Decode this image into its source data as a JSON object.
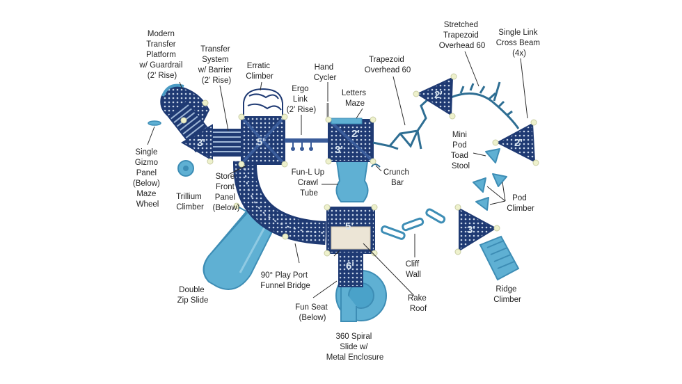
{
  "colors": {
    "deck": "#1f3a73",
    "deck_light": "#3a5c9a",
    "accent": "#4a9bc4",
    "slide": "#5fb0d3",
    "slide_dark": "#3d8db5",
    "post_cap": "#eef1cc",
    "roof": "#ece5d6",
    "text": "#222222"
  },
  "deck_heights": [
    "5'",
    "2'",
    "3'",
    "5'",
    "6'",
    "3'",
    "2'",
    "2'",
    "3'"
  ],
  "labels": {
    "modern_transfer": [
      "Modern",
      "Transfer",
      "Platform",
      "w/ Guardrail",
      "(2’ Rise)"
    ],
    "transfer_system": [
      "Transfer",
      "System",
      "w/ Barrier",
      "(2’ Rise)"
    ],
    "erratic_climber": [
      "Erratic",
      "Climber"
    ],
    "ergo_link": [
      "Ergo",
      "Link",
      "(2’ Rise)"
    ],
    "hand_cycler": [
      "Hand",
      "Cycler"
    ],
    "letters_maze": [
      "Letters",
      "Maze"
    ],
    "trapezoid_overhead": [
      "Trapezoid",
      "Overhead 60"
    ],
    "stretched_trapezoid": [
      "Stretched",
      "Trapezoid",
      "Overhead 60"
    ],
    "single_link_cross_beam": [
      "Single Link",
      "Cross Beam",
      "(4x)"
    ],
    "single_gizmo": [
      "Single",
      "Gizmo",
      "Panel",
      "(Below)",
      "Maze",
      "Wheel"
    ],
    "trillium_climber": [
      "Trillium",
      "Climber"
    ],
    "store_front": [
      "Store",
      "Front",
      "Panel",
      "(Below)"
    ],
    "fun_l_up": [
      "Fun-L Up",
      "Crawl",
      "Tube"
    ],
    "crunch_bar": [
      "Crunch",
      "Bar"
    ],
    "mini_pod": [
      "Mini",
      "Pod",
      "Toad",
      "Stool"
    ],
    "pod_climber": [
      "Pod",
      "Climber"
    ],
    "double_zip": [
      "Double",
      "Zip Slide"
    ],
    "play_port": [
      "90° Play Port",
      "Funnel Bridge"
    ],
    "cliff_wall": [
      "Cliff",
      "Wall"
    ],
    "fun_seat": [
      "Fun Seat",
      "(Below)"
    ],
    "rake_roof": [
      "Rake",
      "Roof"
    ],
    "ridge_climber": [
      "Ridge",
      "Climber"
    ],
    "spiral_slide": [
      "360 Spiral",
      "Slide w/",
      "Metal Enclosure"
    ]
  }
}
